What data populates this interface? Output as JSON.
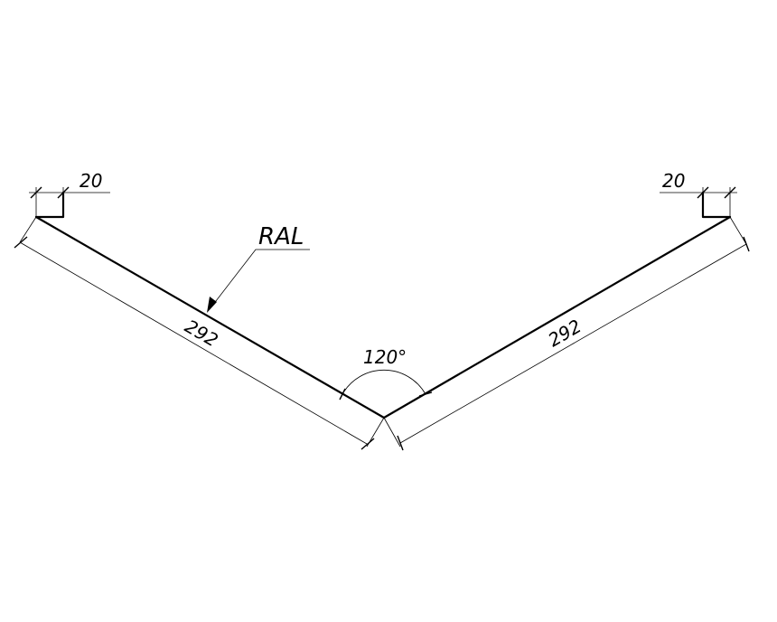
{
  "drawing": {
    "left_segment_length": "292",
    "right_segment_length": "292",
    "left_hem_length": "20",
    "right_hem_length": "20",
    "bend_angle": "120°",
    "material_callout": "RAL"
  }
}
